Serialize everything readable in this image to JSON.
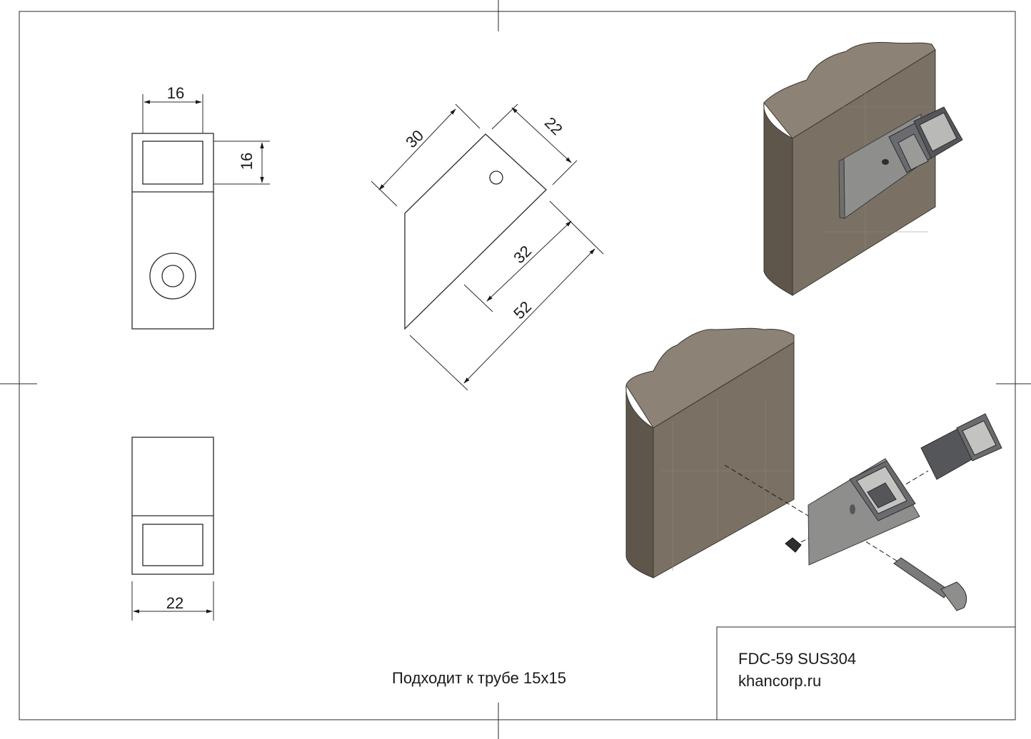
{
  "dimensions": {
    "top_width": "16",
    "top_height": "16",
    "diag_30": "30",
    "diag_22": "22",
    "diag_32": "32",
    "diag_52": "52",
    "bottom_width": "22"
  },
  "note": "Подходит к трубе 15х15",
  "title_block": {
    "part": "FDC-59 SUS304",
    "site": "khancorp.ru"
  },
  "colors": {
    "wood": "#7a7164",
    "wood_dark": "#5e564b",
    "wood_top": "#8c8376",
    "metal": "#8e8e8c",
    "metal_dark": "#55565a",
    "line": "#2a2a2a"
  }
}
